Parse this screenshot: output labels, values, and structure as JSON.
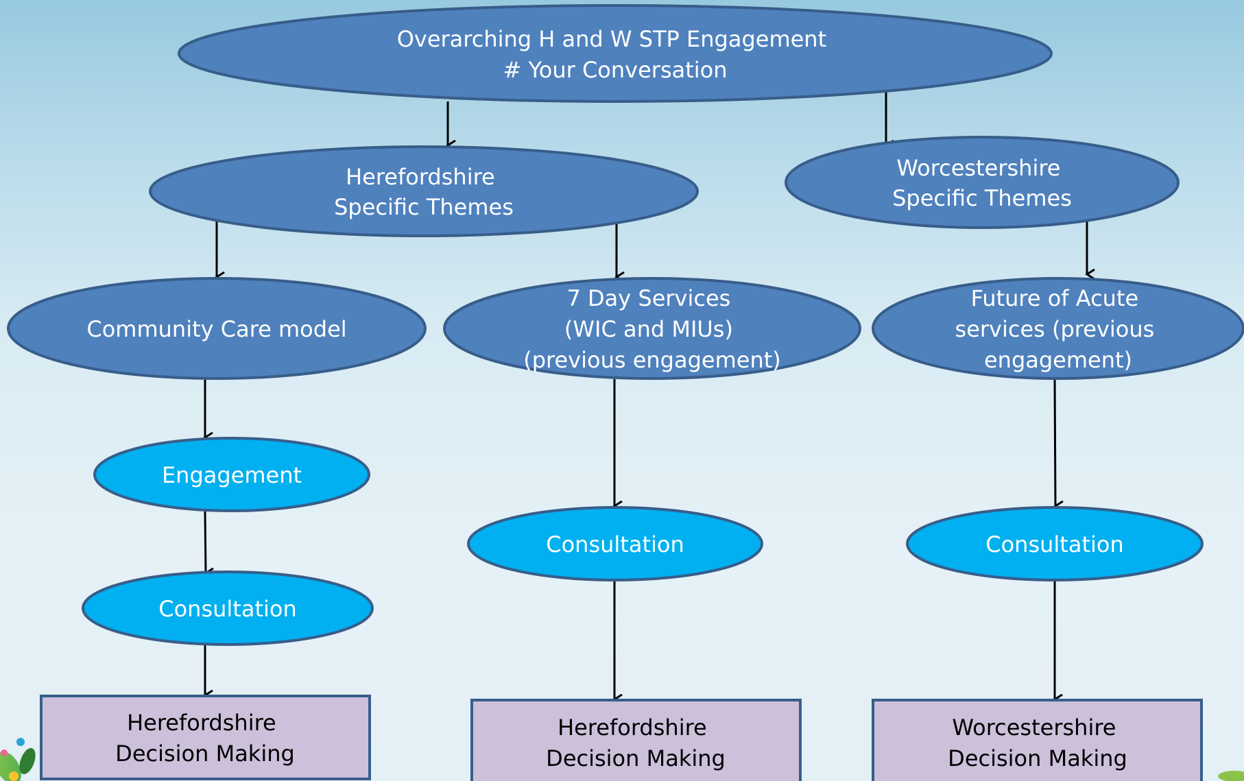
{
  "colors": {
    "dark_ellipse_fill": "#4f81bd",
    "light_ellipse_fill": "#00b0f0",
    "box_fill": "#ccc0da",
    "border": "#385d8a",
    "arrow": "#000000"
  },
  "nodes": {
    "overarching": {
      "line1": "Overarching H and W STP Engagement",
      "line2": "# Your Conversation"
    },
    "herefordshire_themes": {
      "line1": "Herefordshire",
      "line2": "Specific Themes"
    },
    "worcestershire_themes": {
      "line1": "Worcestershire",
      "line2": "Specific Themes"
    },
    "community_care": {
      "line1": "Community Care model"
    },
    "seven_day": {
      "line1": "7 Day Services",
      "line2": "(WIC and MIUs)",
      "line3": "(previous engagement)"
    },
    "future_acute": {
      "line1": "Future of Acute",
      "line2": "services (previous",
      "line3": "engagement)"
    },
    "engagement": {
      "line1": "Engagement"
    },
    "consultation_left": {
      "line1": "Consultation"
    },
    "consultation_middle": {
      "line1": "Consultation"
    },
    "consultation_right": {
      "line1": "Consultation"
    },
    "decision_left": {
      "line1": "Herefordshire",
      "line2": "Decision Making"
    },
    "decision_middle": {
      "line1": "Herefordshire",
      "line2": "Decision Making"
    },
    "decision_right": {
      "line1": "Worcestershire",
      "line2": "Decision Making"
    }
  }
}
